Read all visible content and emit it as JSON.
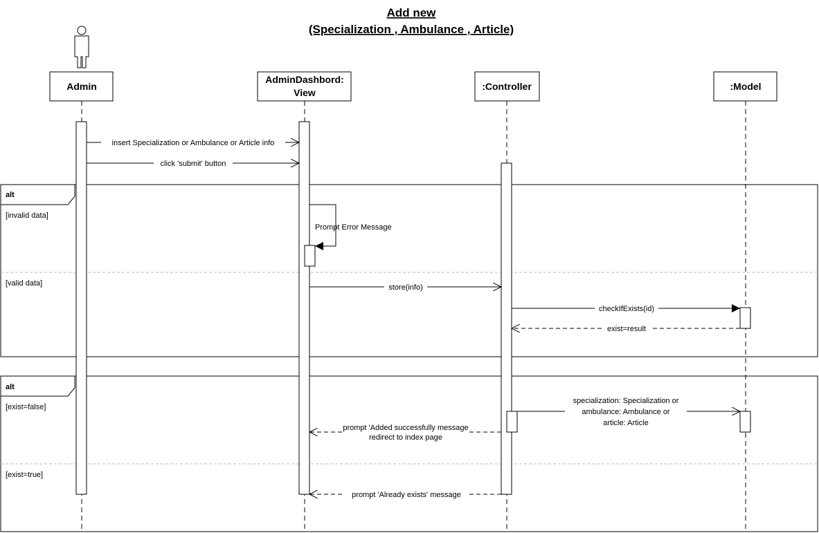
{
  "title": {
    "line1": "Add new",
    "line2": "(Specialization , Ambulance , Article)"
  },
  "lifelines": [
    {
      "id": "admin",
      "label_lines": [
        "Admin"
      ],
      "actor": true
    },
    {
      "id": "view",
      "label_lines": [
        "AdminDashbord:",
        "View"
      ]
    },
    {
      "id": "controller",
      "label_lines": [
        ":Controller"
      ]
    },
    {
      "id": "model",
      "label_lines": [
        ":Model"
      ]
    }
  ],
  "messages": [
    {
      "from": "admin",
      "to": "view",
      "lines": [
        "insert Specialization or Ambulance or Article info"
      ],
      "style": "open"
    },
    {
      "from": "admin",
      "to": "view",
      "lines": [
        "click 'submit' button"
      ],
      "style": "open"
    },
    {
      "from": "view",
      "to": "view",
      "lines": [
        "Prompt Error Message"
      ],
      "style": "self-sync"
    },
    {
      "from": "view",
      "to": "controller",
      "lines": [
        "store(info)"
      ],
      "style": "open"
    },
    {
      "from": "controller",
      "to": "model",
      "lines": [
        "checkIfExists(id)"
      ],
      "style": "sync"
    },
    {
      "from": "model",
      "to": "controller",
      "lines": [
        "exist=result"
      ],
      "style": "return"
    },
    {
      "from": "controller",
      "to": "model",
      "lines": [
        "specialization: Specialization or",
        "ambulance: Ambulance or",
        "article: Article"
      ],
      "style": "open"
    },
    {
      "from": "controller",
      "to": "view",
      "lines": [
        "prompt 'Added successfully message",
        "redirect to index page"
      ],
      "style": "return"
    },
    {
      "from": "controller",
      "to": "view",
      "lines": [
        "prompt 'Already exists' message"
      ],
      "style": "return"
    }
  ],
  "fragments": [
    {
      "keyword": "alt",
      "guards": [
        "[invalid data]",
        "[valid data]"
      ]
    },
    {
      "keyword": "alt",
      "guards": [
        "[exist=false]",
        "[exist=true]"
      ]
    }
  ]
}
